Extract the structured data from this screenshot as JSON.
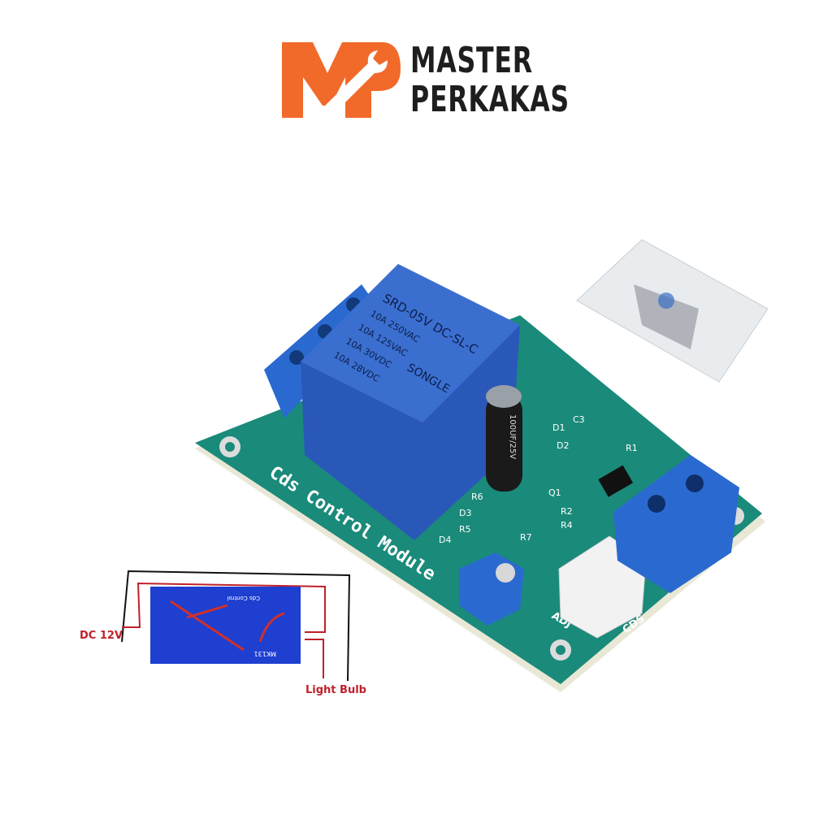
{
  "logo": {
    "line1": "MASTER",
    "line2": "PERKAKAS",
    "monogram": "MP",
    "brand_color": "#f26a2a"
  },
  "product": {
    "board_title": "Cds Control Module",
    "relay_model": "SRD-05V DC-SL-C",
    "relay_brand": "SONGLE",
    "relay_ratings": [
      "10A 250VAC",
      "10A 125VAC",
      "10A 30VDC",
      "10A 28VDC"
    ],
    "capacitor": "100UF/25V",
    "labels": [
      "ADJ",
      "CDS",
      "C3",
      "D1",
      "D2",
      "D3",
      "D4",
      "R1",
      "R2",
      "R4",
      "R5",
      "R6",
      "R7",
      "Q1"
    ],
    "pcb_color": "#1a8a7a",
    "terminal_color": "#1f5fc4"
  },
  "diagram": {
    "power_label": "DC 12V",
    "load_label": "Light Bulb",
    "board_text": "Cds Control",
    "board_code": "MK131"
  }
}
